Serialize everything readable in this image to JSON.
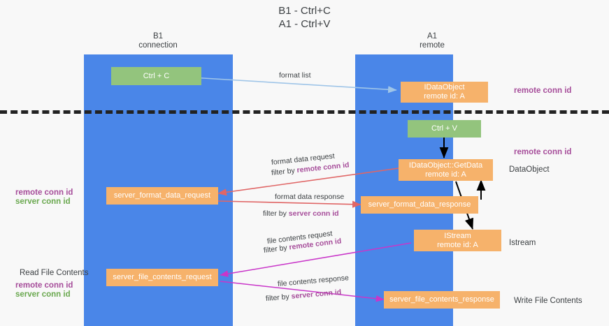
{
  "title": "B1 - Ctrl+C\nA1 - Ctrl+V",
  "columns": {
    "left": {
      "label": "B1\nconnection"
    },
    "right": {
      "label": "A1\nremote"
    }
  },
  "nodes": {
    "ctrl_c": "Ctrl + C",
    "ctrl_v": "Ctrl + V",
    "idataobject": "IDataObject\nremote id: A",
    "getdata": "IDataObject::GetData\nremote id: A",
    "istream": "IStream\nremote id: A",
    "server_format_data_request": "server_format_data_request",
    "server_format_data_response": "server_format_data_response",
    "server_file_contents_request": "server_file_contents_request",
    "server_file_contents_response": "server_file_contents_response"
  },
  "edge_labels": {
    "format_list": "format list",
    "format_data_request": "format data request",
    "filter_by_remote_1_prefix": "filter by ",
    "filter_by_remote_1_value": "remote conn id",
    "format_data_response": "format data response",
    "filter_by_server_1_prefix": "filter by ",
    "filter_by_server_1_value": "server conn id",
    "file_contents_request": "file contents request",
    "filter_by_remote_2_prefix": "filter by ",
    "filter_by_remote_2_value": "remote conn id",
    "file_contents_response": "file contents response",
    "filter_by_server_2_prefix": "filter by ",
    "filter_by_server_2_value": "server conn id"
  },
  "annotations": {
    "remote_conn_id_top": "remote conn id",
    "remote_conn_id_mid": "remote conn id",
    "dataobject": "DataObject",
    "istream_label": "Istream",
    "write_file_contents": "Write File Contents",
    "read_file_contents": "Read File Contents",
    "left_ids_mid_remote": "remote conn id",
    "left_ids_mid_server": "server conn id",
    "left_ids_bottom_remote": "remote conn id",
    "left_ids_bottom_server": "server conn id"
  },
  "colors": {
    "lane": "#4a86e8",
    "green_node": "#93c47d",
    "orange_node": "#f6b26b",
    "purple_text": "#a64d9a",
    "green_text": "#6aa84f",
    "red_arrow": "#e06666",
    "magenta_arrow": "#c936c9",
    "blue_arrow": "#9fc5e8",
    "black_arrow": "#000000",
    "background": "#f8f8f8",
    "divider": "#222222"
  }
}
